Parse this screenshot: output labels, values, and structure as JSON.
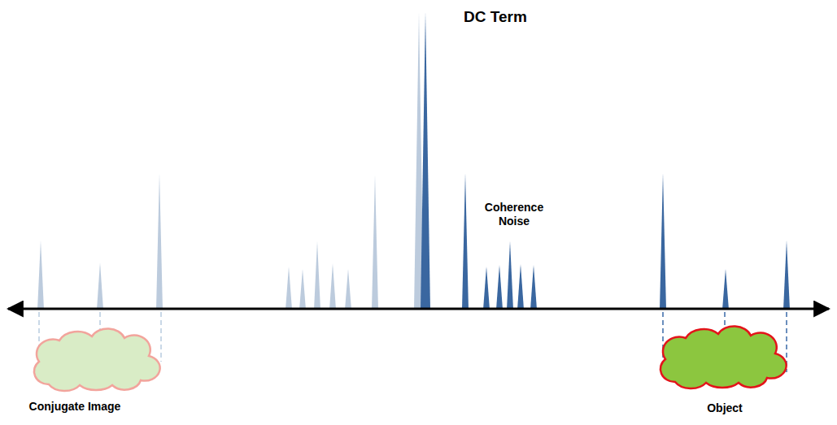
{
  "diagram": {
    "labels": [
      "DC Term",
      "Coherence Noise",
      "Conjugate Image",
      "Object"
    ]
  }
}
